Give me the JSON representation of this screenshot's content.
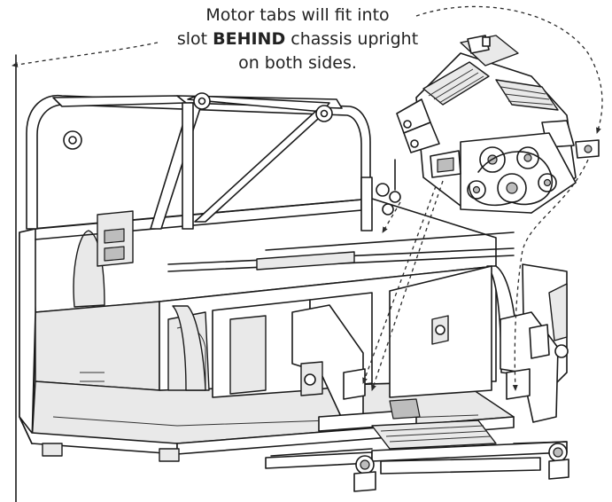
{
  "instruction": {
    "line1": "Motor tabs will fit into",
    "line2_pre": "slot ",
    "line2_bold": "BEHIND",
    "line2_post": " chassis upright",
    "line3": "on both sides."
  }
}
